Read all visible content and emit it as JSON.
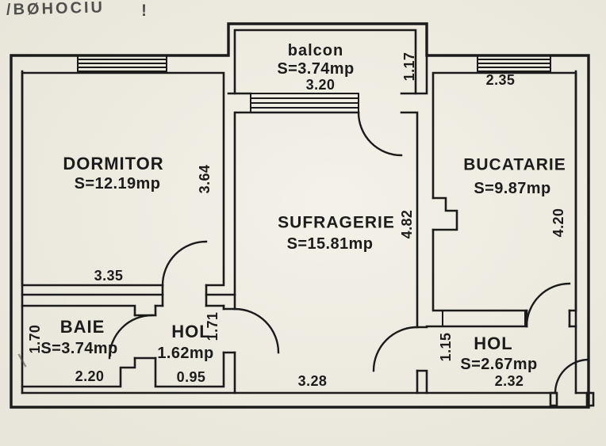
{
  "stamp": {
    "text": "/BØHOCIU",
    "mark": "!"
  },
  "rooms": {
    "balcon": {
      "name": "balcon",
      "area": "S=3.74mp",
      "width": "3.20",
      "depth": "1.17"
    },
    "dormitor": {
      "name": "DORMITOR",
      "area": "S=12.19mp",
      "width": "3.35",
      "height": "3.64"
    },
    "sufragerie": {
      "name": "SUFRAGERIE",
      "area": "S=15.81mp",
      "width": "3.28",
      "height": "4.82"
    },
    "bucatarie": {
      "name": "BUCATARIE",
      "area": "S=9.87mp",
      "width": "2.35",
      "height": "4.20"
    },
    "baie": {
      "name": "BAIE",
      "area": "S=3.74mp",
      "width": "2.20",
      "height": "1.70"
    },
    "hol_mic": {
      "name": "HOL",
      "area": "1.62mp",
      "width": "0.95",
      "height": "1.71"
    },
    "hol_intrare": {
      "name": "HOL",
      "area": "S=2.67mp",
      "width": "2.32",
      "height": "1.15"
    }
  },
  "colors": {
    "paper": "#f0ede1",
    "ink": "#1b1b1b"
  }
}
